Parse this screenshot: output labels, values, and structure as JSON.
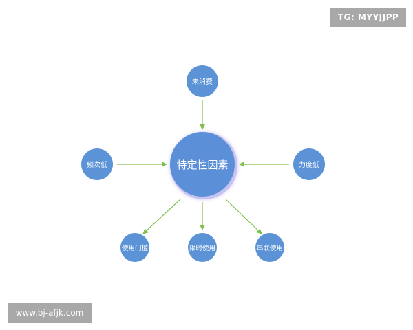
{
  "watermarks": {
    "top_right": "TG: MYYJJPP",
    "bottom_left": "www.bj-afjk.com"
  },
  "diagram": {
    "center": {
      "label": "特定性因素"
    },
    "satellites": [
      {
        "id": "top",
        "label": "未消费"
      },
      {
        "id": "left",
        "label": "频次低"
      },
      {
        "id": "right",
        "label": "力度低"
      },
      {
        "id": "bottom-left",
        "label": "使用门槛"
      },
      {
        "id": "bottom-center",
        "label": "限时使用"
      },
      {
        "id": "bottom-right",
        "label": "串联使用"
      }
    ]
  },
  "colors": {
    "node_fill": "#5b93d6",
    "center_fill": "#5b8fd8",
    "center_glow": "#b9b4ef",
    "arrow": "#7fbf4d",
    "watermark_bg": "#a8a8a8"
  }
}
